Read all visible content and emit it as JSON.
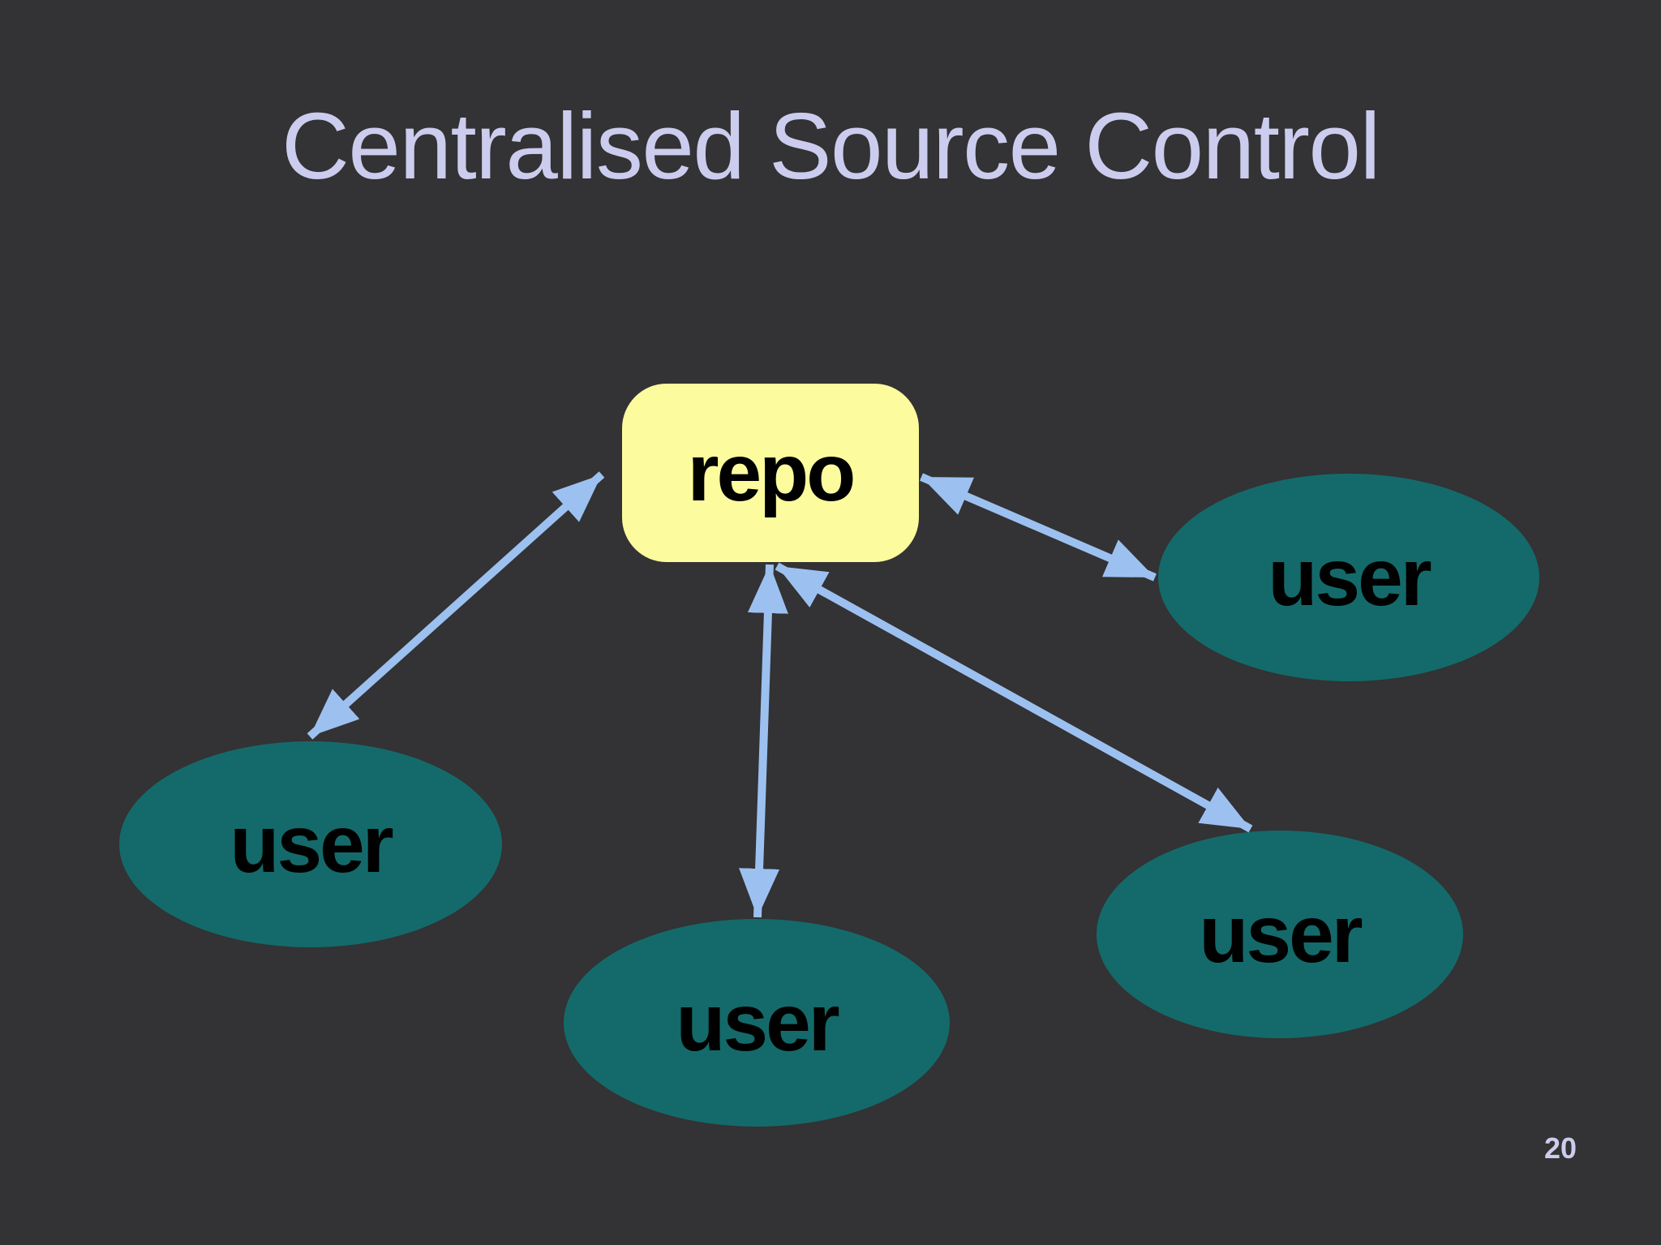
{
  "slide": {
    "title": "Centralised Source Control",
    "page_number": "20",
    "colors": {
      "background": "#333234",
      "title_text": "#ccccee",
      "page_number_text": "#ccccee",
      "repo_fill": "#fcfc9e",
      "user_fill": "#146a6a",
      "node_text": "#000000",
      "arrow": "#9cc1f0"
    }
  },
  "diagram": {
    "repo": {
      "label": "repo"
    },
    "users": [
      {
        "position": "left",
        "label": "user"
      },
      {
        "position": "top-right",
        "label": "user"
      },
      {
        "position": "bottom-middle",
        "label": "user"
      },
      {
        "position": "bottom-right",
        "label": "user"
      }
    ],
    "connections": [
      {
        "from": "repo",
        "to": "user-left",
        "style": "double-arrow"
      },
      {
        "from": "repo",
        "to": "user-top-right",
        "style": "double-arrow"
      },
      {
        "from": "repo",
        "to": "user-bottom-middle",
        "style": "double-arrow"
      },
      {
        "from": "repo",
        "to": "user-bottom-right",
        "style": "double-arrow"
      }
    ]
  }
}
